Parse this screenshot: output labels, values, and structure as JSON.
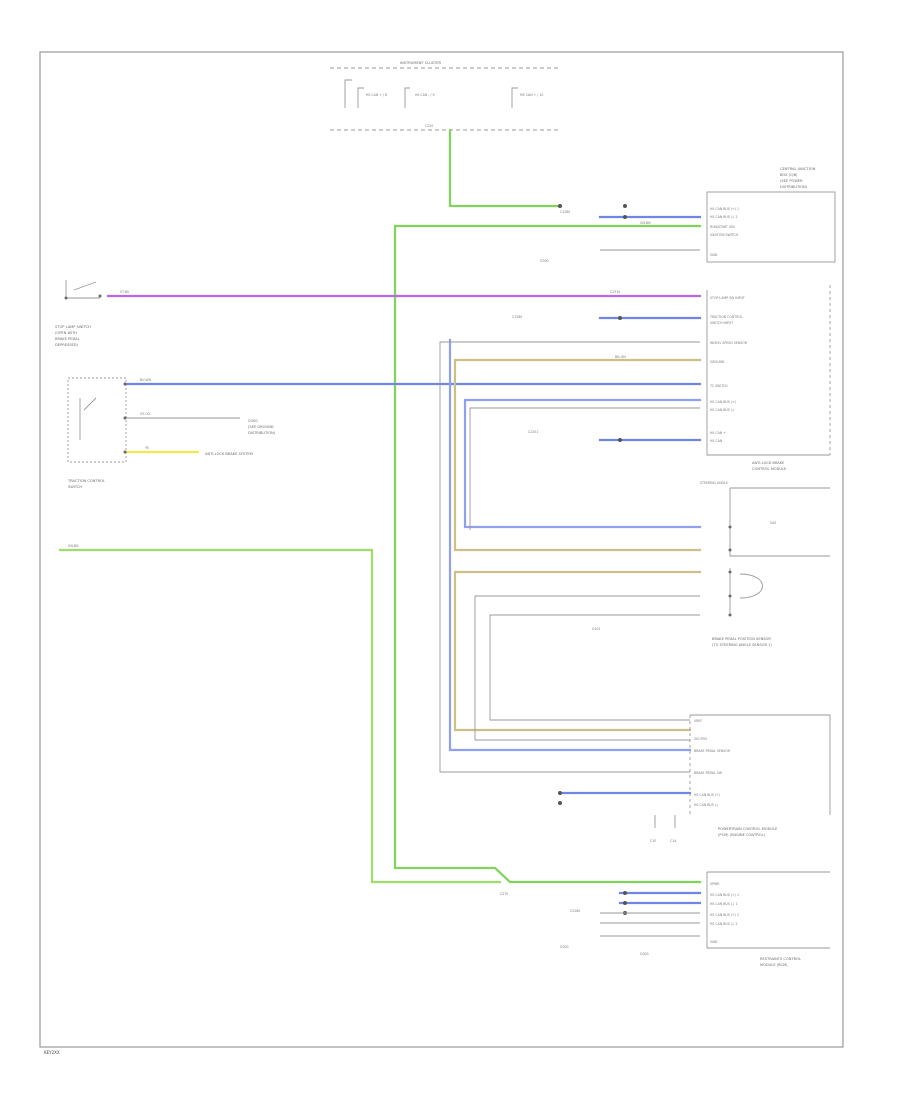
{
  "page": {
    "code": "KEY2XX"
  },
  "components": {
    "instrument_cluster": {
      "title": "INSTRUMENT CLUSTER",
      "pins": [
        "HS CAN + / 8",
        "HS CAN - / 9",
        "MS CAN + / 10"
      ]
    },
    "junction_box": {
      "title": [
        "CENTRAL JUNCTION",
        "BOX (CJB)",
        "(SEE POWER",
        "DISTRIBUTION)"
      ],
      "pins": [
        "HS CAN BUS (+) 1",
        "HS CAN BUS (-) 2",
        "RUN/START IGN",
        "IGNITION SWITCH",
        "GND"
      ]
    },
    "brake_switch": {
      "label": [
        "STOP LAMP SWITCH",
        "(OPEN WITH",
        "BRAKE PEDAL",
        "DEPRESSED)"
      ]
    },
    "traction_switch": {
      "label": [
        "TRACTION CONTROL",
        "SWITCH"
      ],
      "ground_note": [
        "G300",
        "(SEE GROUND",
        "DISTRIBUTION)"
      ],
      "ext_note": "ANTI-LOCK BRAKE SYSTEM"
    },
    "abs_module": {
      "title": [
        "ANTI-LOCK BRAKE",
        "CONTROL MODULE"
      ],
      "pins": [
        "STOP LAMP SW INPUT",
        "TRACTION CONTROL",
        "SWITCH INPUT",
        "WHEEL SPEED SENSOR",
        "GROUND",
        "TC SWITCH",
        "HS CAN BUS (+)",
        "HS CAN BUS (-)",
        "HS CAN +",
        "HS CAN -"
      ]
    },
    "steering_sensor": {
      "title": [
        "STEERING ANGLE",
        "SENSOR"
      ],
      "note": "SAS"
    },
    "pedal_sensor": {
      "title": [
        "BRAKE PEDAL POSITION SENSOR",
        "(TO STEERING ANGLE SENSOR 1)"
      ],
      "ground": "G201"
    },
    "pcm": {
      "title": [
        "POWERTRAIN CONTROL MODULE",
        "(PCM) (ENGINE CONTROL)"
      ],
      "pins": [
        "VREF",
        "SIG RTN",
        "BRAKE PEDAL SENSOR",
        "BRAKE PEDAL SW",
        "HS CAN BUS (+)",
        "HS CAN BUS (-)"
      ]
    },
    "restraints_module": {
      "title": [
        "RESTRAINTS CONTROL",
        "MODULE (RCM)"
      ],
      "pins": [
        "VPWR",
        "HS CAN BUS (+) 1",
        "HS CAN BUS (-) 1",
        "HS CAN BUS (+) 2",
        "HS CAN BUS (-) 2",
        "GND"
      ],
      "ground": "G300"
    }
  },
  "wires": {
    "green": "GN-BN",
    "violet": "VT-BU",
    "blue": "BU-WH",
    "yellow": "YE",
    "tan": "BN-GN",
    "grey": "GY-OG"
  },
  "colors": {
    "wire_green": "#7fd45a",
    "wire_violet": "#b86ae0",
    "wire_blue": "#6f86e6",
    "wire_yellow": "#f0e84c",
    "wire_tan": "#cdbf8a",
    "wire_grey": "#bfbfbf",
    "frame": "#9a9a9a"
  }
}
